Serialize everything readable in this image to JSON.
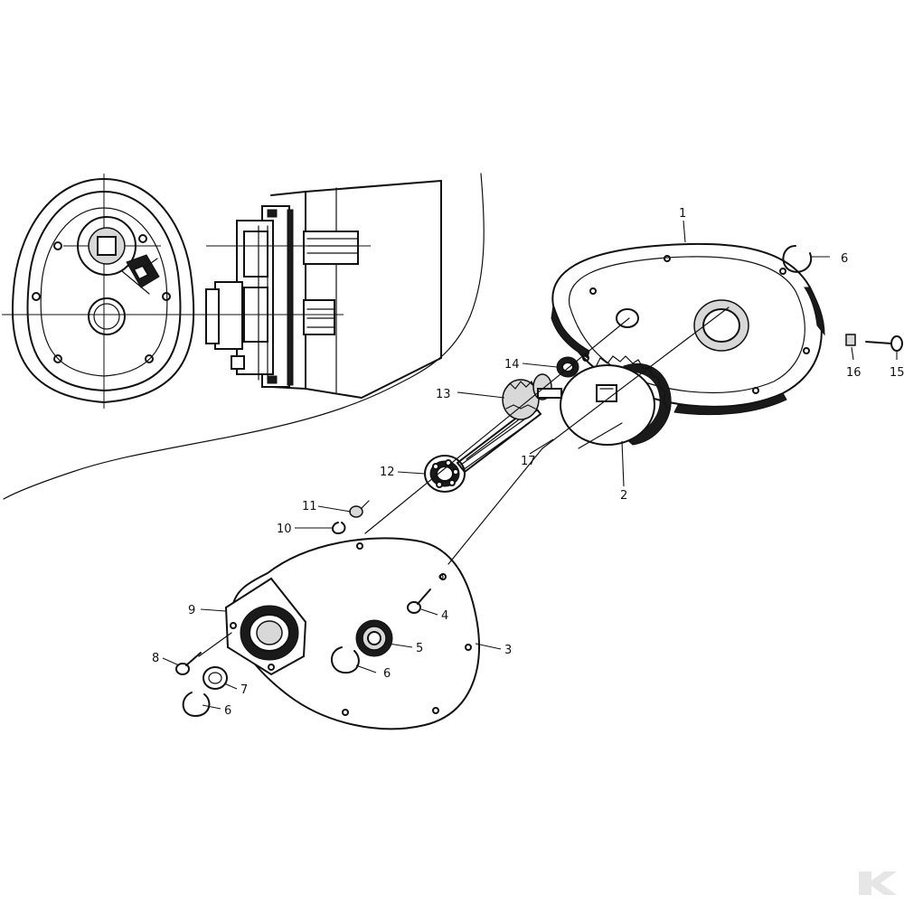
{
  "callouts": [
    {
      "id": "c1",
      "text": "1"
    },
    {
      "id": "c2",
      "text": "2"
    },
    {
      "id": "c3",
      "text": "3"
    },
    {
      "id": "c4",
      "text": "4"
    },
    {
      "id": "c5",
      "text": "5"
    },
    {
      "id": "c6a",
      "text": "6"
    },
    {
      "id": "c6b",
      "text": "6"
    },
    {
      "id": "c6c",
      "text": "6"
    },
    {
      "id": "c7",
      "text": "7"
    },
    {
      "id": "c8",
      "text": "8"
    },
    {
      "id": "c9",
      "text": "9"
    },
    {
      "id": "c10",
      "text": "10"
    },
    {
      "id": "c11",
      "text": "11"
    },
    {
      "id": "c12",
      "text": "12"
    },
    {
      "id": "c13",
      "text": "13"
    },
    {
      "id": "c14",
      "text": "14"
    },
    {
      "id": "c15",
      "text": "15"
    },
    {
      "id": "c16",
      "text": "16"
    },
    {
      "id": "c17",
      "text": "17"
    }
  ],
  "logo": {
    "icon": "brand-mark-icon",
    "color": "#e6e6e6"
  },
  "line_color": "#111111",
  "background": "#ffffff"
}
